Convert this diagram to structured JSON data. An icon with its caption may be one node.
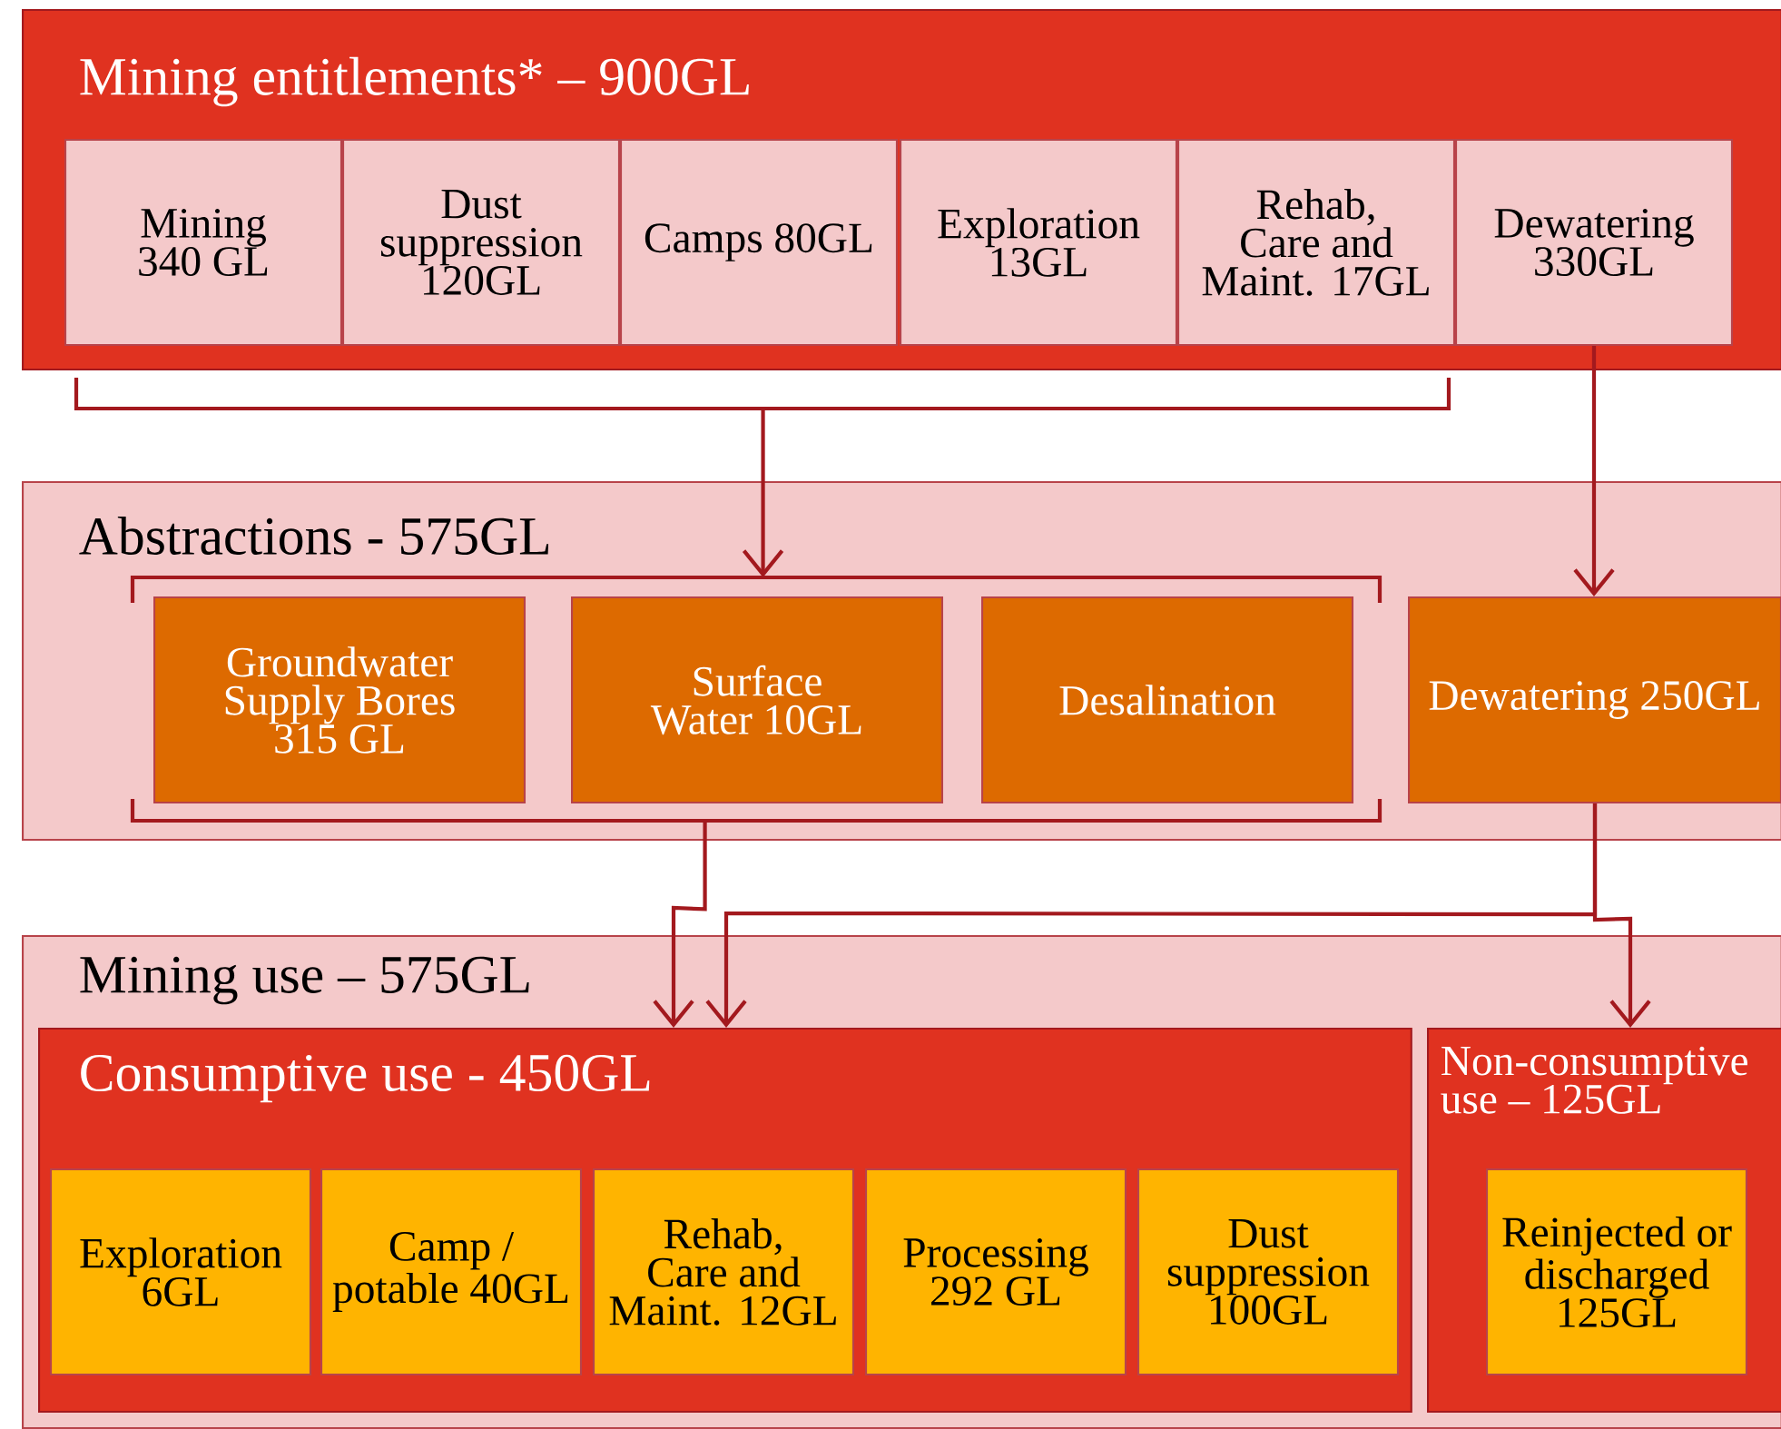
{
  "diagram": {
    "nodes": [
      {
        "text": [
          "Mining entitlements* – 900GL"
        ]
      },
      {
        "text": [
          "Mining 340 GL"
        ],
        "in": 0
      },
      {
        "text": [
          "Dust suppression 120GL"
        ],
        "in": 0
      },
      {
        "text": [
          "Camps 80GL"
        ],
        "in": 0
      },
      {
        "text": [
          "Exploration 13GL"
        ],
        "in": 0
      },
      {
        "text": [
          "Rehab, Care and Maint. 17GL"
        ],
        "in": 0
      },
      {
        "text": [
          "Dewatering 330GL"
        ],
        "in": 0
      },
      {
        "text": [],
        "shape": "bracket"
      },
      {
        "text": [
          "Abstractions - 575GL"
        ]
      },
      {
        "text": [],
        "shape": "bracket",
        "in": 8
      },
      {
        "text": [
          "Groundwater Supply Bores 315 GL"
        ],
        "in": 8
      },
      {
        "text": [
          "Surface Water 10GL"
        ],
        "in": 8
      },
      {
        "text": [
          "Desalination"
        ],
        "in": 8
      },
      {
        "text": [
          "Dewatering 250GL"
        ],
        "in": 8
      },
      {
        "text": [],
        "shape": "bracket",
        "in": 8
      },
      {
        "text": [
          "Mining use – 575GL"
        ]
      },
      {
        "text": [
          "Consumptive use - 450GL"
        ],
        "in": 15
      },
      {
        "text": [
          "Exploration 6GL"
        ],
        "in": 16
      },
      {
        "text": [
          "Camp / potable 40GL"
        ],
        "in": 16
      },
      {
        "text": [
          "Rehab, Care and Maint. 12GL"
        ],
        "in": 16
      },
      {
        "text": [
          "Processing 292 GL"
        ],
        "in": 16
      },
      {
        "text": [
          "Dust suppression 100GL"
        ],
        "in": 16
      },
      {
        "text": [
          "Non-consumptive use – 125GL"
        ],
        "in": 15
      },
      {
        "text": [
          "Reinjected or discharged 125GL"
        ],
        "in": 22
      }
    ],
    "edges": [
      {
        "from": 7,
        "to": 9,
        "arrow": "to"
      },
      {
        "from": 6,
        "to": 13,
        "arrow": "to"
      },
      {
        "from": 14,
        "to": 16,
        "arrow": "to"
      },
      {
        "from": 13,
        "to": 16,
        "arrow": "to"
      },
      {
        "from": 13,
        "to": 22,
        "arrow": "to"
      }
    ]
  }
}
